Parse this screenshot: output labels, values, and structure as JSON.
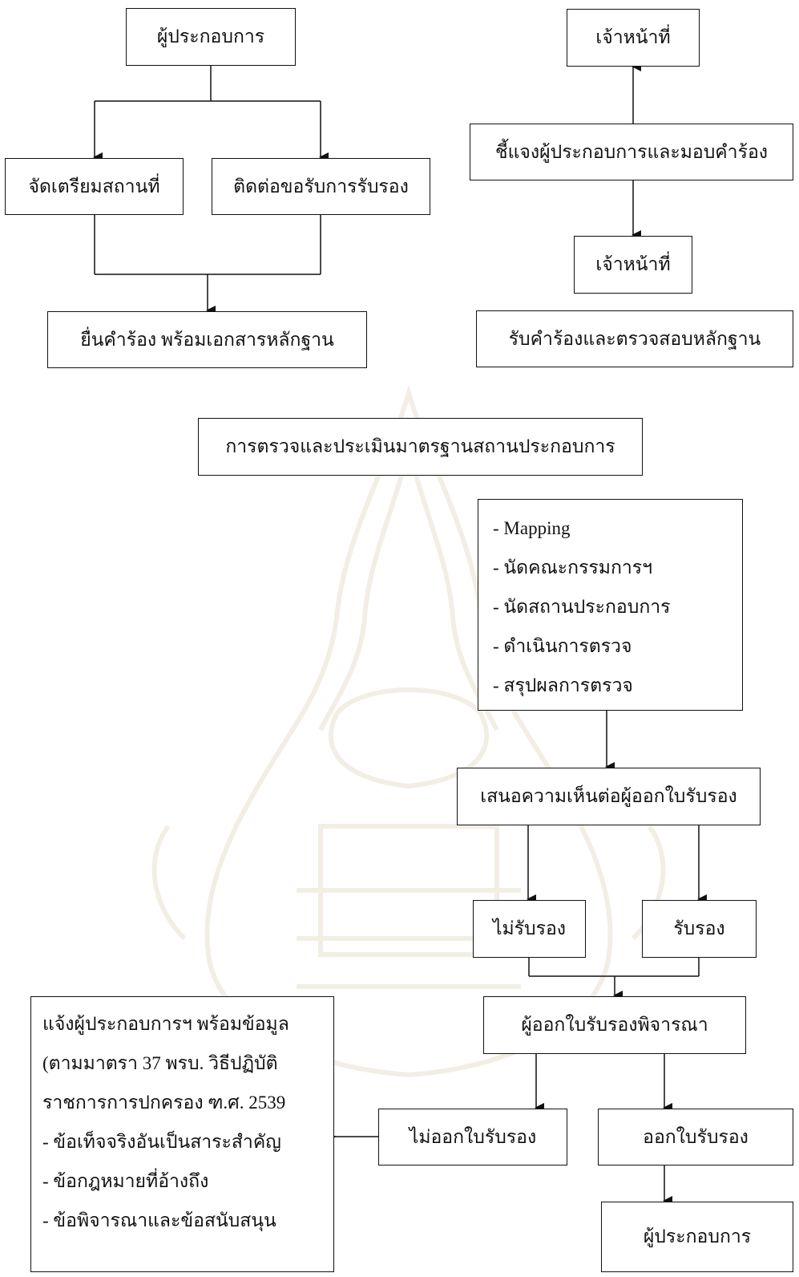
{
  "nodes": {
    "operator_top": "ผู้ประกอบการ",
    "prepare_site": "จัดเตรียมสถานที่",
    "contact_cert": "ติดต่อขอรับการรับรอง",
    "submit_request": "ยื่นคำร้อง พร้อมเอกสารหลักฐาน",
    "officer_top": "เจ้าหน้าที่",
    "explain_operator": "ชี้แจงผู้ประกอบการและมอบคำร้อง",
    "officer_mid": "เจ้าหน้าที่",
    "receive_check": "รับคำร้องและตรวจสอบหลักฐาน",
    "inspect_evaluate": "การตรวจและประเมินมาตรฐานสถานประกอบการ",
    "steps": [
      "- Mapping",
      "- นัดคณะกรรมการฯ",
      "- นัดสถานประกอบการ",
      "- ดำเนินการตรวจ",
      "- สรุปผลการตรวจ"
    ],
    "propose_opinion": "เสนอความเห็นต่อผู้ออกใบรับรอง",
    "not_certify": "ไม่รับรอง",
    "certify": "รับรอง",
    "issuer_consider": "ผู้ออกใบรับรองพิจารณา",
    "not_issue": "ไม่ออกใบรับรอง",
    "issue": "ออกใบรับรอง",
    "operator_bottom": "ผู้ประกอบการ",
    "notify_lines": [
      "แจ้งผู้ประกอบการฯ พร้อมข้อมูล",
      "(ตามมาตรา 37 พรบ. วิธีปฏิบัติ",
      "ราชการการปกครอง ฑ.ศ. 2539",
      "- ข้อเท็จจริงอันเป็นสาระสำคัญ",
      "- ข้อกฎหมายที่อ้างถึง",
      "- ข้อพิจารณาและข้อสนับสนุน"
    ]
  },
  "colors": {
    "line": "#111111",
    "watermark": "#b59a62"
  }
}
